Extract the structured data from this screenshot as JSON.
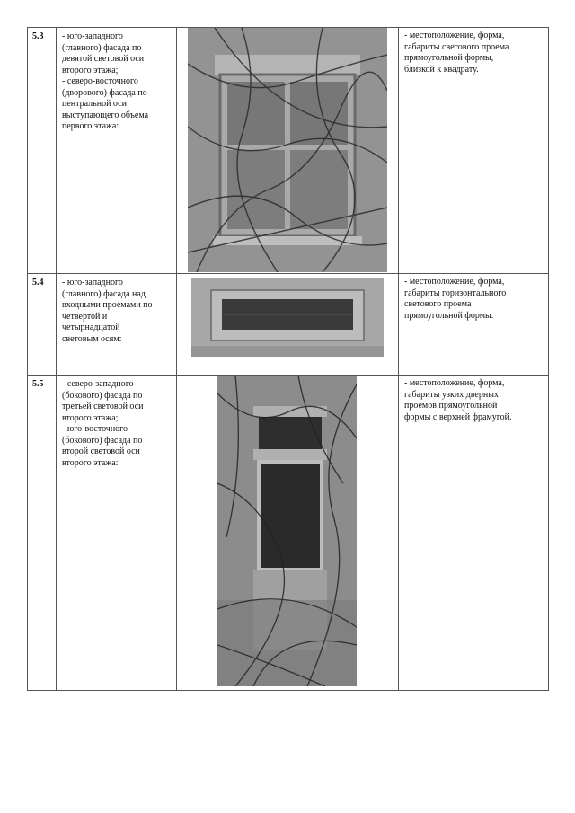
{
  "rows": [
    {
      "number": "5.3",
      "description": "- юго-западного\n(главного) фасада по\nдевятой световой оси\nвторого этажа;\n- северо-восточного\n(дворового) фасада по\nцентральной оси\nвыступающего объема\nпервого этажа:",
      "attribute": "- местоположение, форма,\nгабариты светового проема\nпрямоугольной формы,\nблизкой к квадрату."
    },
    {
      "number": "5.4",
      "description": "- юго-западного\n(главного) фасада над\nвходными проемами по\nчетвертой и\nчетырнадцатой\nсветовым осям:",
      "attribute": "- местоположение, форма,\nгабариты горизонтального\nсветового проема\nпрямоугольной формы."
    },
    {
      "number": "5.5",
      "description": "- северо-западного\n(бокового) фасада по\nтретьей световой оси\nвторого этажа;\n- юго-восточного\n(бокового) фасада по\nвторой световой оси\nвторого этажа:",
      "attribute": "- местоположение, форма,\nгабариты узких дверных\nпроемов прямоугольной\nформы с верхней фрамугой."
    }
  ]
}
